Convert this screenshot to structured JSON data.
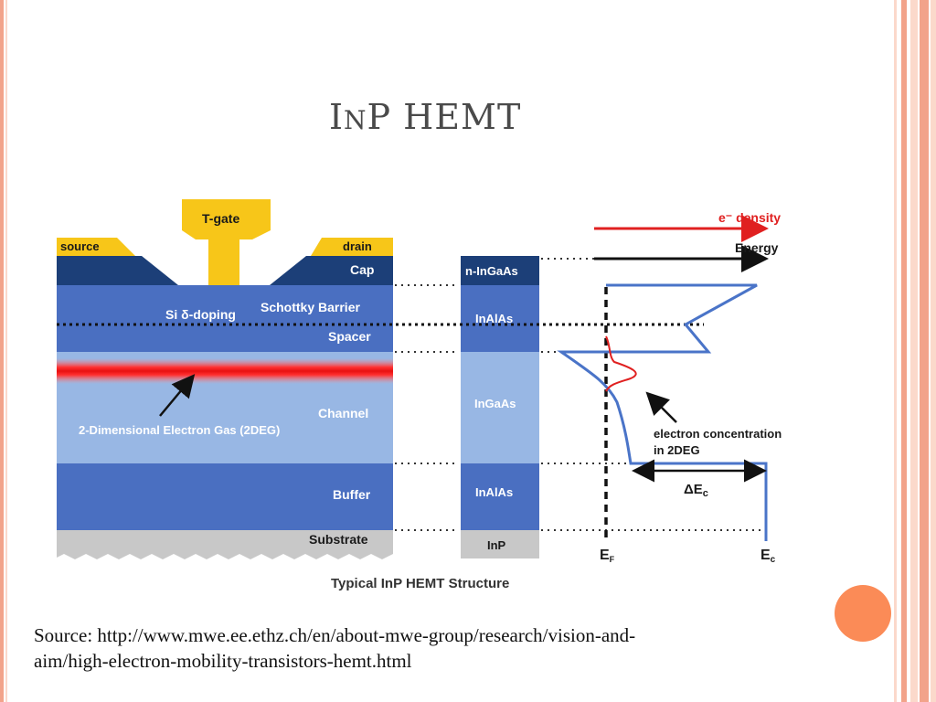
{
  "slide": {
    "title_big_I": "I",
    "title_small_n": "N",
    "title_rest": "P HEMT",
    "source_line1": "Source: http://www.mwe.ee.ethz.ch/en/about-mwe-group/research/vision-and-",
    "source_line2": "aim/high-electron-mobility-transistors-hemt.html"
  },
  "colors": {
    "edge_dark": "#f2a38a",
    "edge_light": "#fbd9cb",
    "accent_circle": "#fb8b57",
    "gate_yellow": "#f7c619",
    "cap_navy": "#1c3f78",
    "layer_blue": "#4a6fc1",
    "channel_light": "#98b7e4",
    "substrate_gray": "#c8c8c8",
    "band_blue": "#4a74c8",
    "density_red": "#e02020"
  },
  "diagram": {
    "t_gate": "T-gate",
    "source": "source",
    "drain": "drain",
    "cap": "Cap",
    "si_doping": "Si δ-doping",
    "schottky": "Schottky Barrier",
    "spacer": "Spacer",
    "channel": "Channel",
    "two_deg": "2-Dimensional Electron Gas (2DEG)",
    "buffer": "Buffer",
    "substrate": "Substrate",
    "caption": "Typical InP HEMT Structure",
    "col_ningaas": "n-InGaAs",
    "col_inalas_top": "InAlAs",
    "col_ingaas": "InGaAs",
    "col_inalas_bottom": "InAlAs",
    "col_inp": "InP",
    "e_density": "e⁻ density",
    "energy": "Energy",
    "electron_conc_1": "electron concentration",
    "electron_conc_2": "in 2DEG",
    "delta_ec": "ΔE",
    "delta_ec_sub": "c",
    "ef": "E",
    "ef_sub": "F",
    "ec": "E",
    "ec_sub": "c"
  }
}
